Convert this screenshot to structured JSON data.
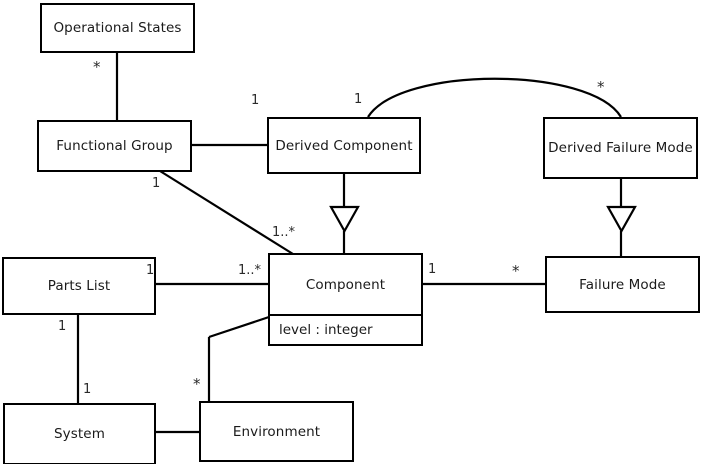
{
  "diagram": {
    "type": "uml-class-diagram",
    "background": "#ffffff",
    "line_color": "#000000",
    "text_color": "#1a1a1a",
    "classes": [
      {
        "id": "operational-states",
        "name": "Operational States",
        "attributes": []
      },
      {
        "id": "functional-group",
        "name": "Functional Group",
        "attributes": []
      },
      {
        "id": "derived-component",
        "name": "Derived Component",
        "attributes": []
      },
      {
        "id": "derived-failure-mode",
        "name": "Derived Failure Mode",
        "attributes": []
      },
      {
        "id": "parts-list",
        "name": "Parts List",
        "attributes": []
      },
      {
        "id": "component",
        "name": "Component",
        "attributes": [
          "level : integer"
        ]
      },
      {
        "id": "failure-mode",
        "name": "Failure Mode",
        "attributes": []
      },
      {
        "id": "system",
        "name": "System",
        "attributes": []
      },
      {
        "id": "environment",
        "name": "Environment",
        "attributes": []
      }
    ],
    "multiplicities": [
      {
        "id": "m-opstates-fg",
        "text": "*",
        "for": "operational-states--functional-group"
      },
      {
        "id": "m-fg-dc",
        "text": "1",
        "for": "functional-group--derived-component"
      },
      {
        "id": "m-fg-comp",
        "text": "1",
        "for": "functional-group--component-source"
      },
      {
        "id": "m-fg-comp-target",
        "text": "1..*",
        "for": "functional-group--component-target"
      },
      {
        "id": "m-dc-dfm-source",
        "text": "1",
        "for": "derived-component--derived-failure-mode-source"
      },
      {
        "id": "m-dc-dfm-target",
        "text": "*",
        "for": "derived-component--derived-failure-mode-target"
      },
      {
        "id": "m-pl-comp-source",
        "text": "1",
        "for": "parts-list--component-source"
      },
      {
        "id": "m-pl-comp-target",
        "text": "1..*",
        "for": "parts-list--component-target"
      },
      {
        "id": "m-pl-sys-source",
        "text": "1",
        "for": "parts-list--system-source"
      },
      {
        "id": "m-pl-sys-target",
        "text": "1",
        "for": "parts-list--system-target"
      },
      {
        "id": "m-comp-fm-source",
        "text": "1",
        "for": "component--failure-mode-source"
      },
      {
        "id": "m-comp-fm-target",
        "text": "*",
        "for": "component--failure-mode-target"
      },
      {
        "id": "m-comp-env",
        "text": "*",
        "for": "component--environment"
      }
    ],
    "relations": [
      {
        "id": "operational-states--functional-group",
        "kind": "association",
        "from": "operational-states",
        "to": "functional-group"
      },
      {
        "id": "functional-group--derived-component",
        "kind": "association",
        "from": "functional-group",
        "to": "derived-component"
      },
      {
        "id": "functional-group--component",
        "kind": "association",
        "from": "functional-group",
        "to": "component"
      },
      {
        "id": "derived-component--derived-failure-mode",
        "kind": "association-arc",
        "from": "derived-component",
        "to": "derived-failure-mode"
      },
      {
        "id": "derived-component--component",
        "kind": "generalization",
        "from": "derived-component",
        "to": "component"
      },
      {
        "id": "derived-failure-mode--failure-mode",
        "kind": "generalization",
        "from": "derived-failure-mode",
        "to": "failure-mode"
      },
      {
        "id": "parts-list--component",
        "kind": "association",
        "from": "parts-list",
        "to": "component"
      },
      {
        "id": "parts-list--system",
        "kind": "association",
        "from": "parts-list",
        "to": "system"
      },
      {
        "id": "component--failure-mode",
        "kind": "association",
        "from": "component",
        "to": "failure-mode"
      },
      {
        "id": "component--environment",
        "kind": "association",
        "from": "component",
        "to": "environment"
      },
      {
        "id": "system--environment",
        "kind": "association",
        "from": "system",
        "to": "environment"
      }
    ]
  }
}
